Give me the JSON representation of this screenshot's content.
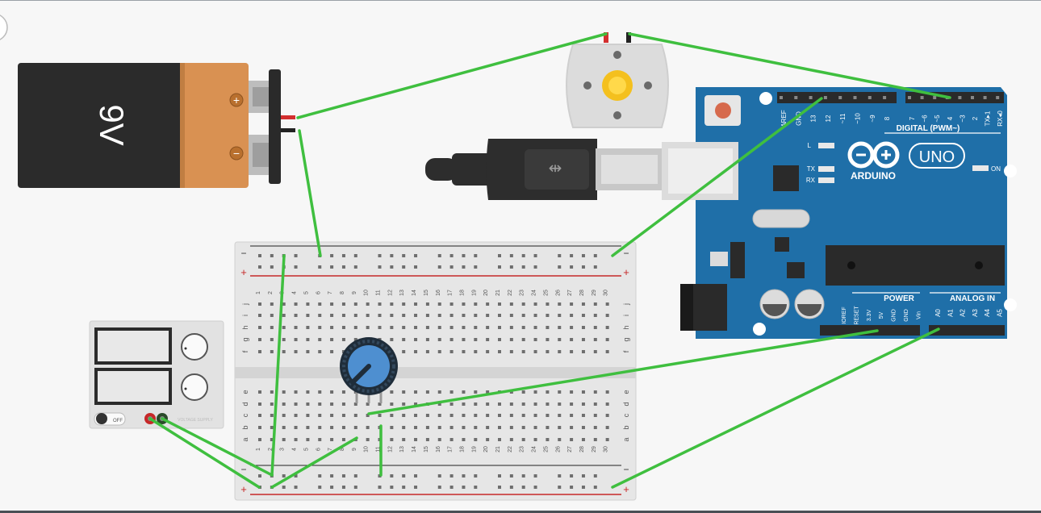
{
  "battery": {
    "label": "9V",
    "plus": "+",
    "minus": "−"
  },
  "arduino": {
    "brand": "ARDUINO",
    "model": "UNO",
    "digital_label": "DIGITAL (PWM~)",
    "power_label": "POWER",
    "analog_label": "ANALOG IN",
    "on_label": "ON",
    "led_l": "L",
    "led_tx": "TX",
    "led_rx": "RX",
    "digital_pins": [
      "AREF",
      "GND",
      "13",
      "12",
      "~11",
      "~10",
      "~9",
      "8",
      "7",
      "~6",
      "~5",
      "4",
      "~3",
      "2",
      "TX▸1",
      "RX◂0"
    ],
    "power_pins": [
      "IOREF",
      "RESET",
      "3.3V",
      "5V",
      "GND",
      "GND",
      "Vin"
    ],
    "analog_pins": [
      "A0",
      "A1",
      "A2",
      "A3",
      "A4",
      "A5"
    ]
  },
  "breadboard": {
    "columns": [
      "1",
      "2",
      "3",
      "4",
      "5",
      "6",
      "7",
      "8",
      "9",
      "10",
      "11",
      "12",
      "13",
      "14",
      "15",
      "16",
      "17",
      "18",
      "19",
      "20",
      "21",
      "22",
      "23",
      "24",
      "25",
      "26",
      "27",
      "28",
      "29",
      "30"
    ],
    "rows_top": [
      "j",
      "i",
      "h",
      "g",
      "f"
    ],
    "rows_bottom": [
      "e",
      "d",
      "c",
      "b",
      "a"
    ],
    "rail_minus": "−",
    "rail_plus": "+"
  },
  "power_supply": {
    "switch_label": "OFF",
    "brand_label": "VOLTAGE SUPPLY"
  },
  "colors": {
    "wire": "#3fbf3f",
    "arduino_blue": "#1f6fa8",
    "battery_orange": "#d99152",
    "battery_black": "#2a2a2a"
  }
}
